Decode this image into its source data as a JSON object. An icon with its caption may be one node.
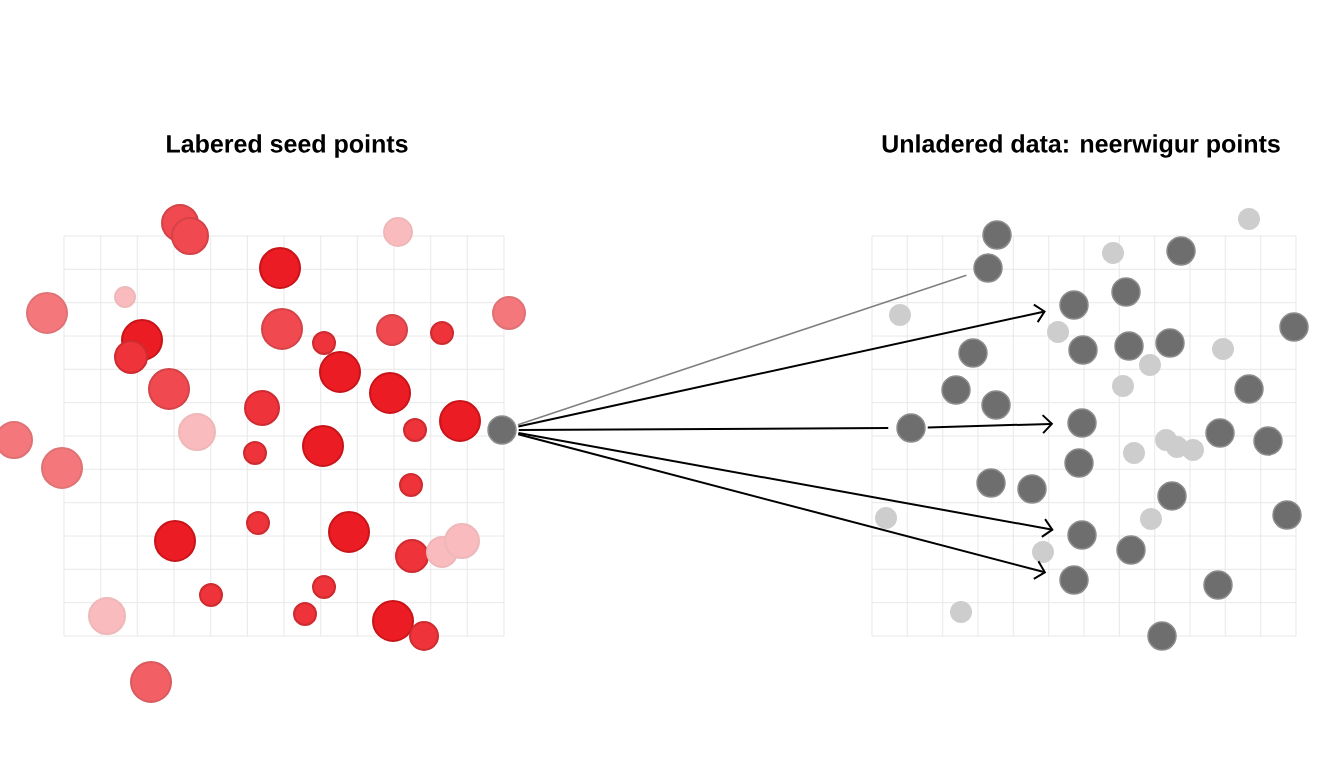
{
  "diagram": {
    "nodes": [
      {
        "text": [],
        "shape": "circle"
      },
      {
        "text": [],
        "shape": "circle"
      },
      {
        "text": [],
        "shape": "circle"
      },
      {
        "text": [],
        "shape": "circle"
      },
      {
        "text": [],
        "shape": "circle"
      },
      {
        "text": [],
        "shape": "circle"
      },
      {
        "text": [],
        "shape": "circle"
      }
    ],
    "edges": [
      {
        "from": 0,
        "to": 1,
        "arrow": "none",
        "color": "#808080"
      },
      {
        "from": 0,
        "to": 2,
        "arrow": "to"
      },
      {
        "from": 0,
        "to": 3,
        "arrow": "none"
      },
      {
        "from": 3,
        "to": 4,
        "arrow": "to"
      },
      {
        "from": 0,
        "to": 5,
        "arrow": "to"
      },
      {
        "from": 0,
        "to": 6,
        "arrow": "to"
      }
    ],
    "labels": [
      "Labered seed points",
      "Unladered data: neerwigur points"
    ]
  }
}
